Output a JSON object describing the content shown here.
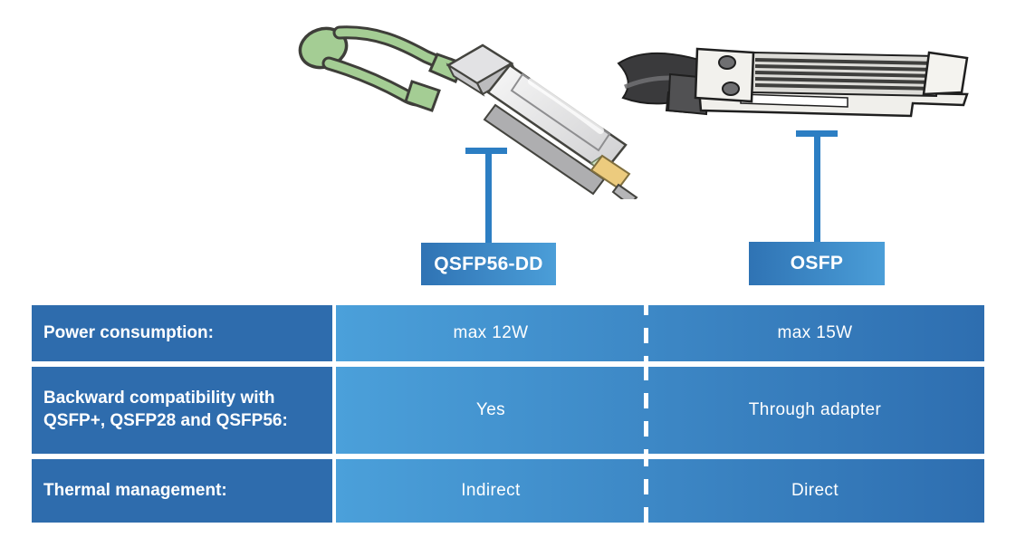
{
  "modules": [
    {
      "label": "QSFP56-DD",
      "illustration": "qsfp56-dd-transceiver-with-green-pull-tab"
    },
    {
      "label": "OSFP",
      "illustration": "osfp-transceiver-with-black-cable-and-heatsink-fins"
    }
  ],
  "table": {
    "rows": [
      {
        "label": "Power consumption:",
        "values": [
          "max 12W",
          "max 15W"
        ]
      },
      {
        "label": "Backward compatibility with QSFP+, QSFP28 and QSFP56:",
        "values": [
          "Yes",
          "Through adapter"
        ]
      },
      {
        "label": "Thermal management:",
        "values": [
          "Indirect",
          "Direct"
        ]
      }
    ]
  },
  "colors": {
    "row_label_bg": "#2E6CAD",
    "value_band_gradient_start": "#4BA0DA",
    "value_band_gradient_end": "#2E6EB0",
    "module_label_gradient_start": "#2F73B4",
    "module_label_gradient_end": "#4B9ED8",
    "callout_line": "#2C7EC3",
    "text": "#FFFFFF",
    "background": "#FFFFFF",
    "pull_tab_green": "#A4CD94",
    "module_silver": "#D9D9DB",
    "gold_contact": "#ECCB7E"
  }
}
